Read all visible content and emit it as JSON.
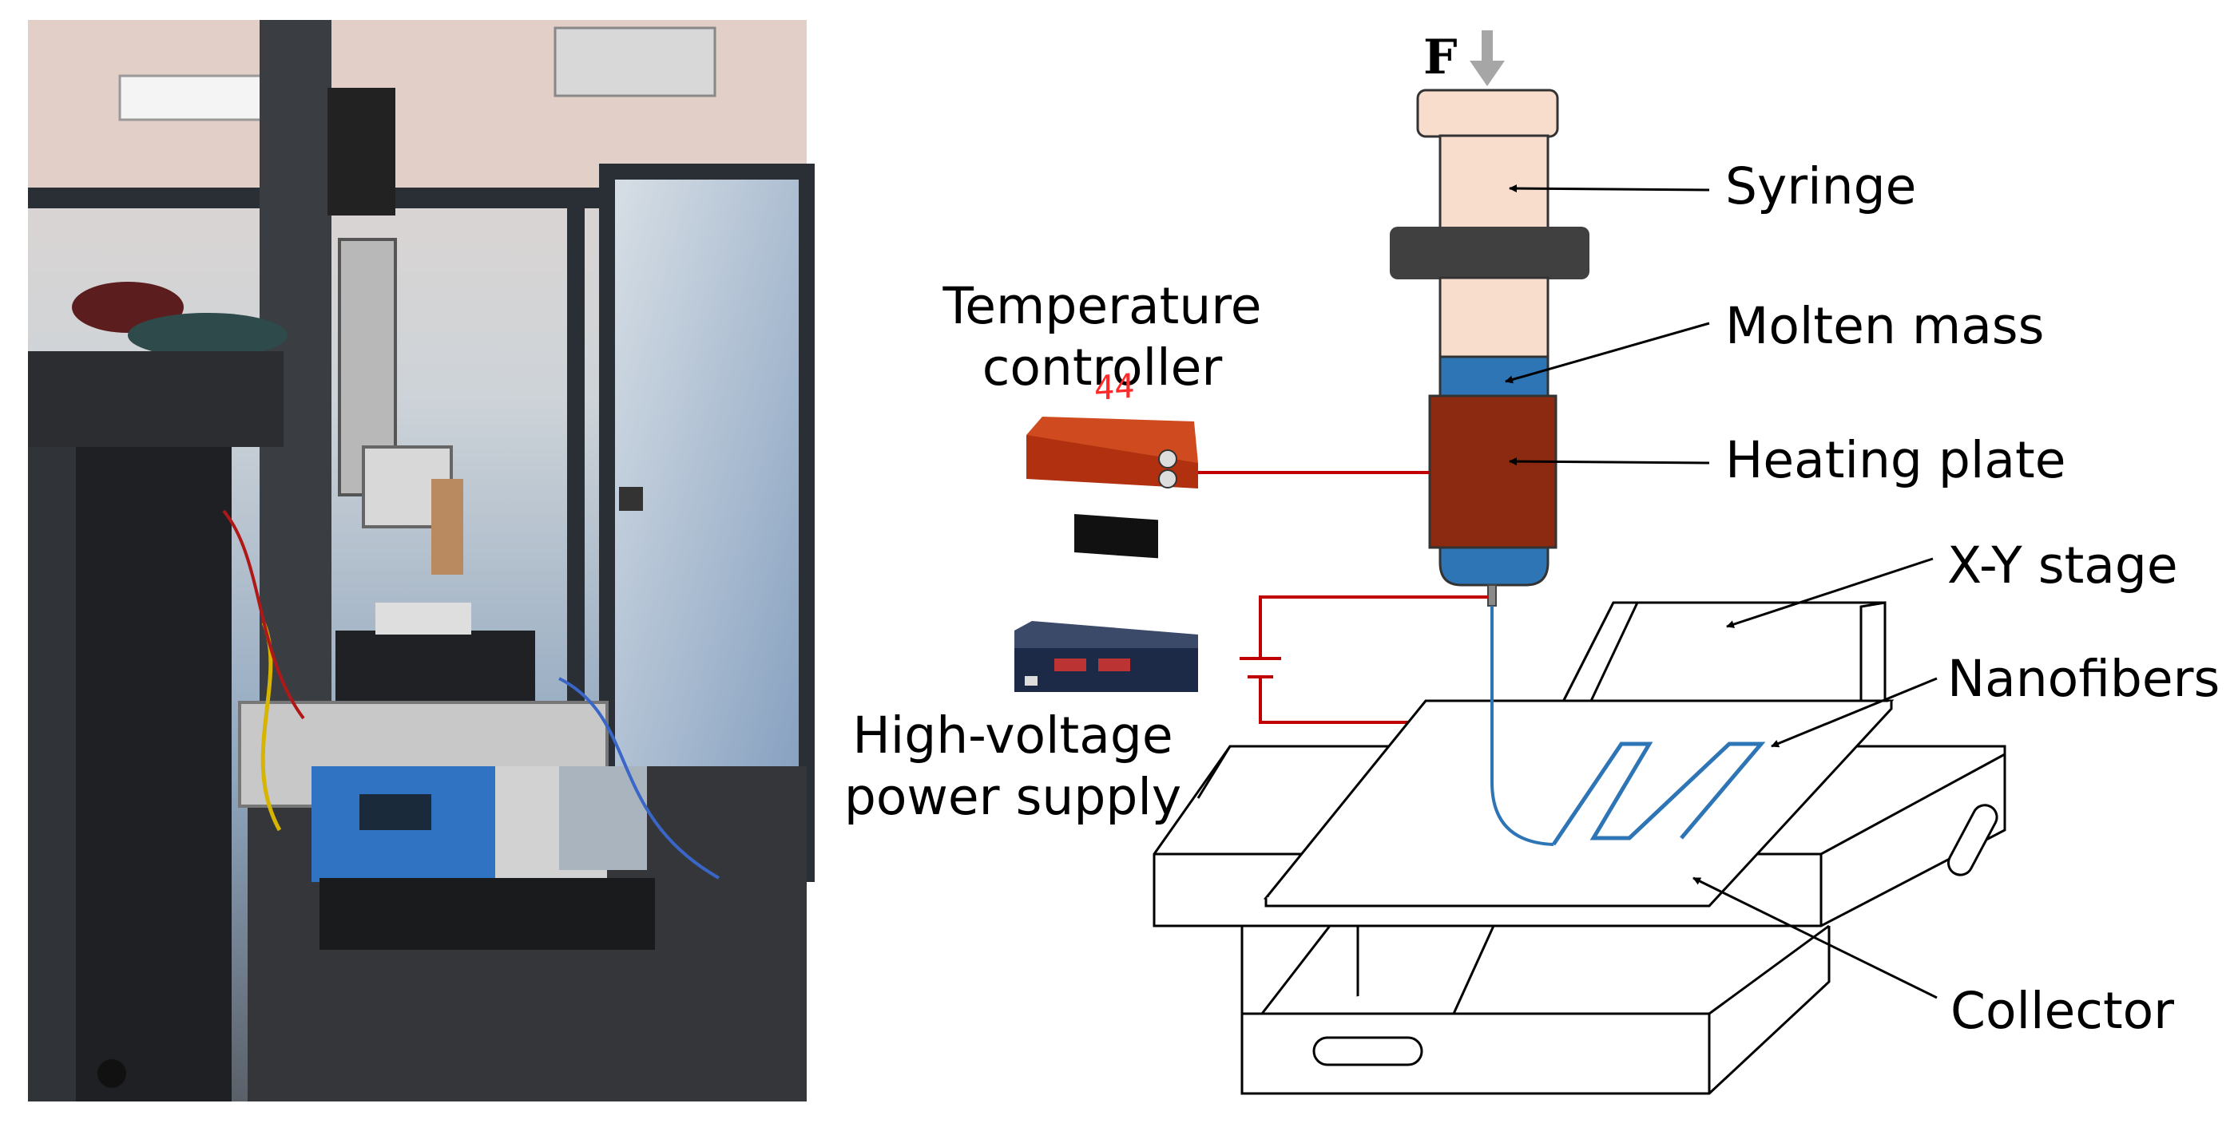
{
  "labels": {
    "force": "F",
    "syringe": "Syringe",
    "molten_mass": "Molten mass",
    "heating_plate": "Heating plate",
    "temp_controller_line1": "Temperature",
    "temp_controller_line2": "controller",
    "xy_stage": "X-Y stage",
    "nanofibers": "Nanofibers",
    "hv_line1": "High-voltage",
    "hv_line2": "power supply",
    "collector": "Collector"
  },
  "temp_display": "44",
  "colors": {
    "syringe_body": "#f8dccc",
    "syringe_clamp": "#404040",
    "molten_mass": "#2e75b6",
    "heating_plate": "#8b2a10",
    "wire_red": "#c00000",
    "fiber_blue": "#2e75b6",
    "arrow_gray": "#a6a6a6",
    "controller_red": "#b03010",
    "psu_navy": "#1c2a48"
  }
}
